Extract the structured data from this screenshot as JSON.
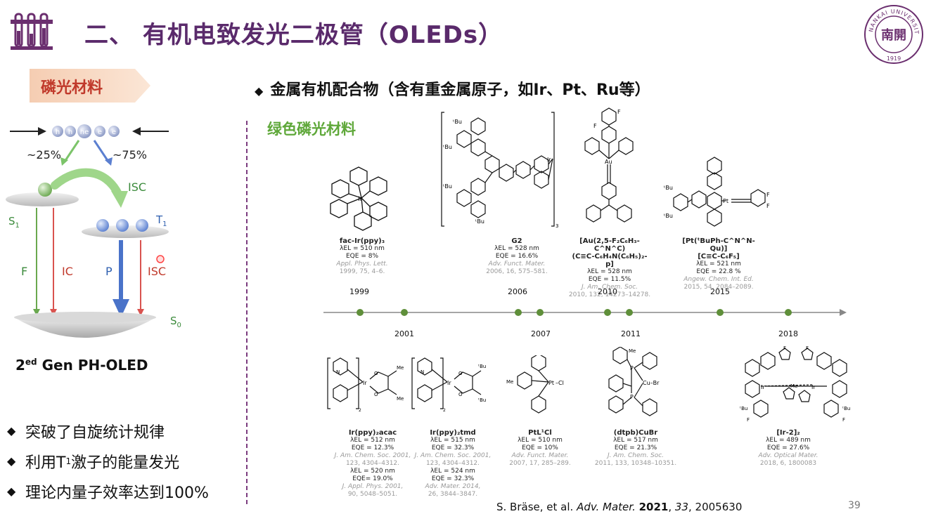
{
  "header": {
    "title": "二、 有机电致发光二极管（OLEDs）",
    "logo_text": "NANKAI UNIVERSITY",
    "logo_chars": "南開",
    "logo_year": "1919"
  },
  "left_panel": {
    "badge": "磷光材料",
    "diagram": {
      "pct_left": "~25%",
      "pct_right": "~75%",
      "isc_top": "ISC",
      "s1": "S",
      "s1_sub": "1",
      "t1": "T",
      "t1_sub": "1",
      "s0": "S",
      "s0_sub": "0",
      "f": "F",
      "ic": "IC",
      "p": "P",
      "isc_bottom": "ISC",
      "particles": [
        "h",
        "h",
        "he",
        "e",
        "e"
      ]
    },
    "gen_label_pre": "2",
    "gen_label_sup": "ed",
    "gen_label_post": " Gen PH-OLED",
    "bullets": [
      {
        "mark": "◆",
        "text": "突破了自旋统计规律"
      },
      {
        "mark": "◆",
        "text_pre": "利用T",
        "sub": "1",
        "text_post": "激子的能量发光"
      },
      {
        "mark": "◆",
        "text": "理论内量子效率达到100%"
      }
    ]
  },
  "main": {
    "heading_mark": "◆",
    "heading": "金属有机配合物（含有重金属原子，如Ir、Pt、Ru等）",
    "subheading": "绿色磷光材料",
    "cards_top": [
      {
        "name": "fac-Ir(ppy)₃",
        "l1": "λ<sub>EL</sub> = 510 nm",
        "lambda": "λEL = 510 nm",
        "eqe": "EQE = 8%",
        "ref": "Appl. Phys. Lett.",
        "ref2": "1999, 75, 4–6."
      },
      {
        "name": "G2",
        "lambda": "λEL = 528 nm",
        "eqe": "EQE = 16.6%",
        "ref": "Adv. Funct. Mater.",
        "ref2": "2006, 16, 575–581."
      },
      {
        "name": "[Au(2,5-F₂C₆H₃-C^N^C)",
        "name2": "(C≡C-C₆H₄N(C₆H₅)₂-p]",
        "lambda": "λEL = 528 nm",
        "eqe": "EQE = 11.5%",
        "ref": "J. Am. Chem. Soc.",
        "ref2": "2010, 132, 14273–14278."
      },
      {
        "name": "[Pt(ᵗBuPh-C^N^N-Qu)]",
        "name2": "[C≡C-C₆F₅]",
        "lambda": "λEL = 521 nm",
        "eqe": "EQE = 22.8 %",
        "ref": "Angew. Chem. Int. Ed.",
        "ref2": "2015, 54, 2084–2089."
      }
    ],
    "cards_bottom": [
      {
        "name": "Ir(ppy)₂acac",
        "lambda": "λEL = 512 nm",
        "eqe": "EQE = 12.3%",
        "ref": "J. Am. Chem. Soc. 2001,",
        "ref2": "123, 4304–4312.",
        "lambda2": "λEL = 520 nm",
        "eqe2": "EQE= 19.0%",
        "ref3": "J. Appl. Phys. 2001,",
        "ref4": "90, 5048–5051."
      },
      {
        "name": "Ir(ppy)₂tmd",
        "lambda": "λEL = 515 nm",
        "eqe": "EQE = 32.3%",
        "ref": "J. Am. Chem. Soc. 2001,",
        "ref2": "123, 4304–4312.",
        "lambda2": "λEL = 524 nm",
        "eqe2": "EQE = 32.3%",
        "ref3": "Adv. Mater. 2014,",
        "ref4": "26, 3844–3847."
      },
      {
        "name": "PtL¹Cl",
        "lambda": "λEL = 510 nm",
        "eqe": "EQE = 10%",
        "ref": "Adv. Funct. Mater.",
        "ref2": "2007, 17, 285–289."
      },
      {
        "name": "(dtpb)CuBr",
        "lambda": "λEL = 517 nm",
        "eqe": "EQE = 21.3%",
        "ref": "J. Am. Chem. Soc.",
        "ref2": "2011, 133, 10348–10351."
      },
      {
        "name": "[Ir-2]₂",
        "lambda": "λEL = 489 nm",
        "eqe": "EQE = 27.6%",
        "ref": "Adv. Optical Mater.",
        "ref2": "2018, 6, 1800083"
      }
    ],
    "timeline": {
      "years_top": [
        "1999",
        "2006",
        "2010",
        "2015"
      ],
      "years_bottom": [
        "2001",
        "2007",
        "2011",
        "2018"
      ]
    },
    "mol_labels": {
      "tbu": "ᵗBu",
      "ir": "Ir",
      "au": "Au",
      "pt": "Pt",
      "cu": "Cu–Br",
      "cl": "–Cl",
      "me": "Me",
      "f": "F",
      "n": "N",
      "p": "P",
      "o": "O",
      "sub3": "3",
      "sub2": "2"
    }
  },
  "footer": {
    "citation_pre": "S. Bräse, et al. ",
    "citation_journal": "Adv. Mater.",
    "citation_year": "2021",
    "citation_volume": "33",
    "citation_pages": ", 2005630",
    "page_number": "39"
  },
  "colors": {
    "title": "#5a2a6b",
    "badge_text": "#c0392b",
    "green": "#5fa83a",
    "divider": "#7b3b7e"
  }
}
